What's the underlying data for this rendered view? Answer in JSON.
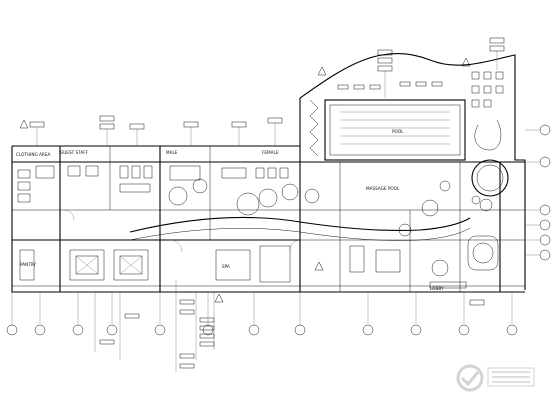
{
  "room_labels": {
    "clothing_area": "CLOTHING AREA",
    "guest_staff": "GUEST STAFF",
    "male": "MALE",
    "female": "FEMALE",
    "pool": "POOL",
    "massage_pool": "MASSAGE POOL",
    "lobby": "LOBBY",
    "pantry": "PANTRY",
    "spa": "SPA"
  },
  "plan_colors": {
    "ink": "#000000",
    "background": "#ffffff",
    "watermark": "#c9c9c9"
  },
  "icons": [
    "north-arrow-icon",
    "section-marker-icon",
    "grid-bubble-icon",
    "watermark-logo-icon"
  ]
}
